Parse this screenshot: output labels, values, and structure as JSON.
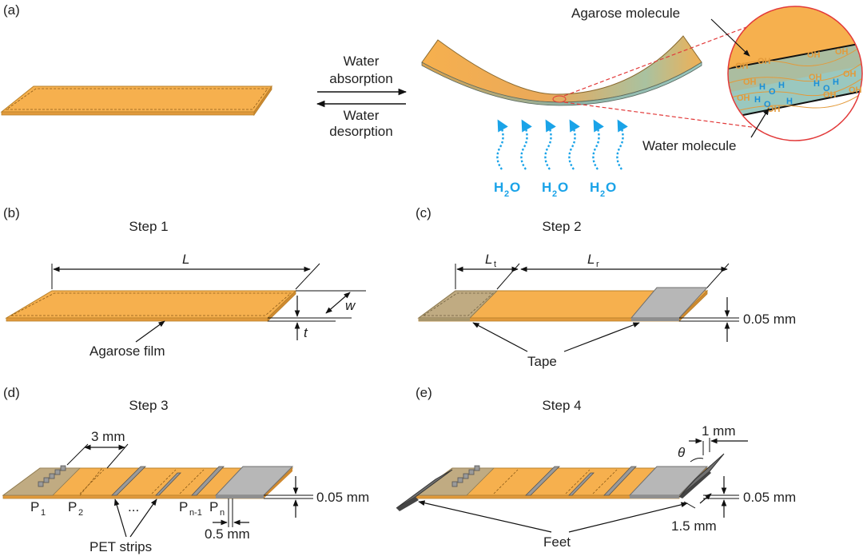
{
  "panels": {
    "a": {
      "label": "(a)",
      "absorb_1": "Water",
      "absorb_2": "absorption",
      "desorb_1": "Water",
      "desorb_2": "desorption",
      "agarose_molecule": "Agarose molecule",
      "water_molecule": "Water molecule",
      "h2o": "H",
      "h2o_sub": "2",
      "h2o_o": "O",
      "oh": "OH",
      "h": "H",
      "o": "O"
    },
    "b": {
      "label": "(b)",
      "step": "Step 1",
      "L": "L",
      "w": "w",
      "t": "t",
      "film": "Agarose film"
    },
    "c": {
      "label": "(c)",
      "step": "Step 2",
      "L": "L",
      "Lt_sub": "t",
      "Lr_sub": "r",
      "thickness": "0.05 mm",
      "tape": "Tape"
    },
    "d": {
      "label": "(d)",
      "step": "Step 3",
      "spacing": "3 mm",
      "thickness": "0.05 mm",
      "strip_w": "0.5 mm",
      "P": "P",
      "p1": "1",
      "p2": "2",
      "pn1": "n-1",
      "pn": "n",
      "dots": "...",
      "pet": "PET strips"
    },
    "e": {
      "label": "(e)",
      "step": "Step 4",
      "one_mm": "1 mm",
      "theta": "θ",
      "thickness": "0.05 mm",
      "one5mm": "1.5 mm",
      "feet": "Feet"
    }
  },
  "colors": {
    "film": "#f6b04e",
    "film_edge": "#c98a2a",
    "tape": "#c0ab82",
    "pet": "#9a9a9a",
    "pet_dark": "#6f6f6f",
    "water": "#1aa3e8",
    "zoom": "#e23a3a",
    "wet": "#9ac8bf"
  }
}
